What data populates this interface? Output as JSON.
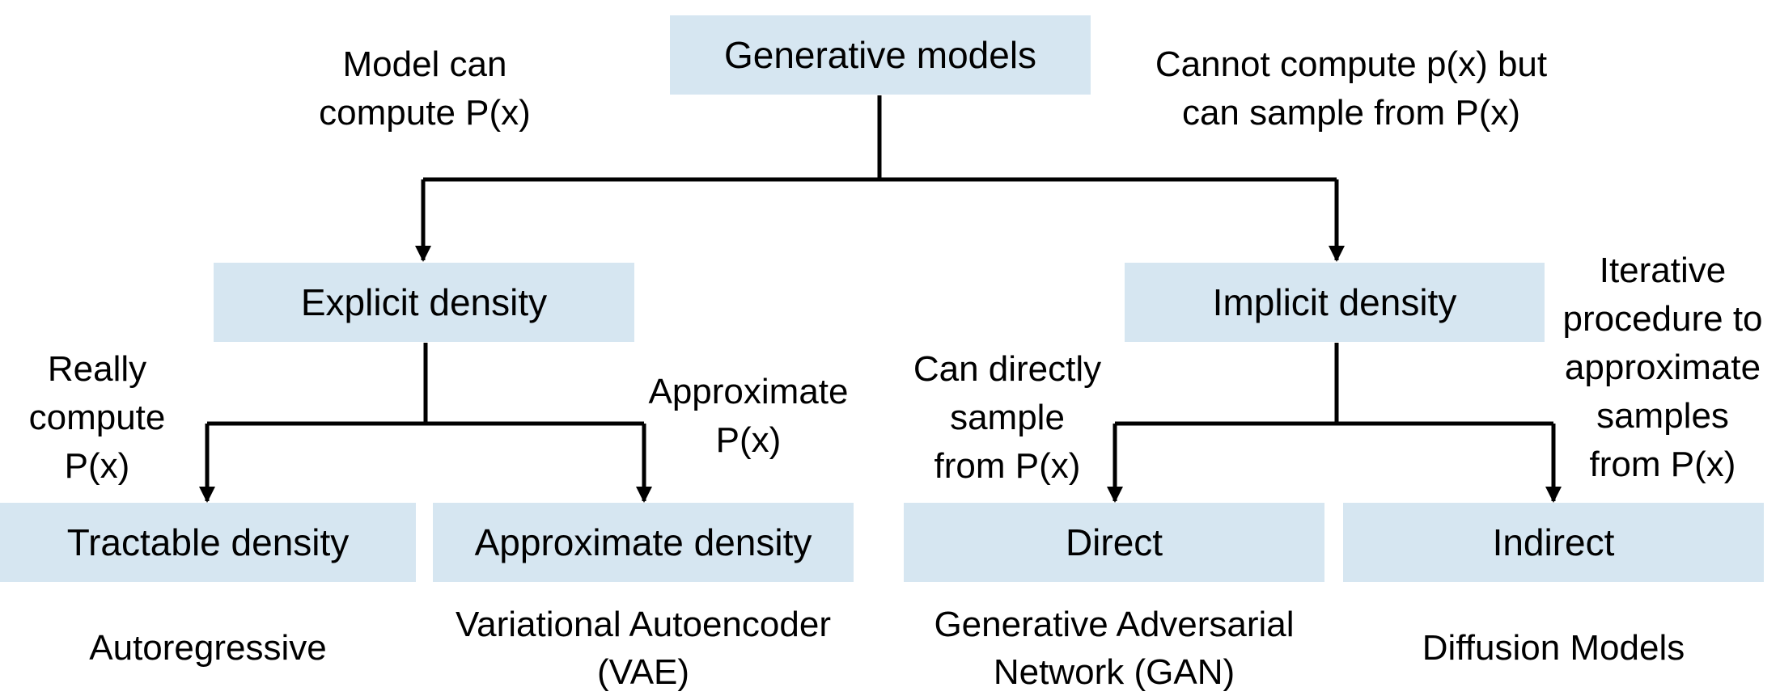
{
  "nodes": {
    "root": "Generative models",
    "explicit": "Explicit density",
    "implicit": "Implicit density",
    "tractable": "Tractable density",
    "approximate": "Approximate density",
    "direct": "Direct",
    "indirect": "Indirect"
  },
  "notes": {
    "compute": [
      "Model can",
      "compute P(x)"
    ],
    "sample": [
      "Cannot compute p(x) but",
      "can sample from P(x)"
    ],
    "really": [
      "Really",
      "compute",
      "P(x)"
    ],
    "approx": [
      "Approximate",
      "P(x)"
    ],
    "directly": [
      "Can directly",
      "sample",
      "from P(x)"
    ],
    "iterative": [
      "Iterative",
      "procedure to",
      "approximate",
      "samples",
      "from P(x)"
    ]
  },
  "examples": {
    "autoregressive": [
      "Autoregressive"
    ],
    "vae": [
      "Variational Autoencoder",
      "(VAE)"
    ],
    "gan": [
      "Generative Adversarial",
      "Network (GAN)"
    ],
    "diffusion": [
      "Diffusion Models"
    ]
  },
  "colors": {
    "box_fill": "#d6e6f1",
    "line": "#000000"
  }
}
